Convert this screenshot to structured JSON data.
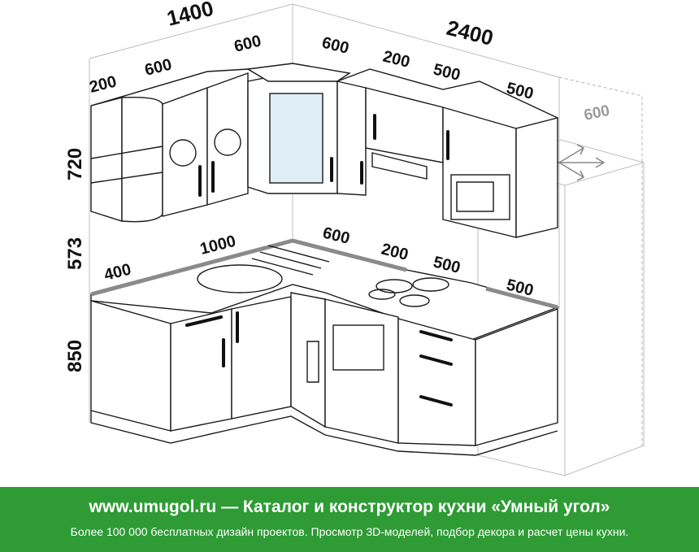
{
  "dimensions": {
    "left_total_width": "1400",
    "right_total_width": "2400",
    "upper_height": "720",
    "gap_height": "573",
    "base_height": "850",
    "upper_left": {
      "a": "200",
      "b": "600",
      "c": "600"
    },
    "upper_right": {
      "a": "600",
      "b": "200",
      "c": "500",
      "d": "500"
    },
    "fridge_depth": "600",
    "counter_left": {
      "a": "400",
      "b": "1000"
    },
    "counter_right": {
      "a": "600",
      "b": "200",
      "c": "500",
      "d": "500"
    }
  },
  "banner": {
    "title": "www.umugol.ru  —  Каталог и конструктор кухни «Умный угол»",
    "subtitle": "Более 100 000 бесплатных дизайн проектов. Просмотр 3D-моделей, подбор декора и расчет цены кухни."
  },
  "colors": {
    "banner_bg": "#2e9b35",
    "counter_edge": "#8a8a8a",
    "glass": "#dfeef7"
  }
}
